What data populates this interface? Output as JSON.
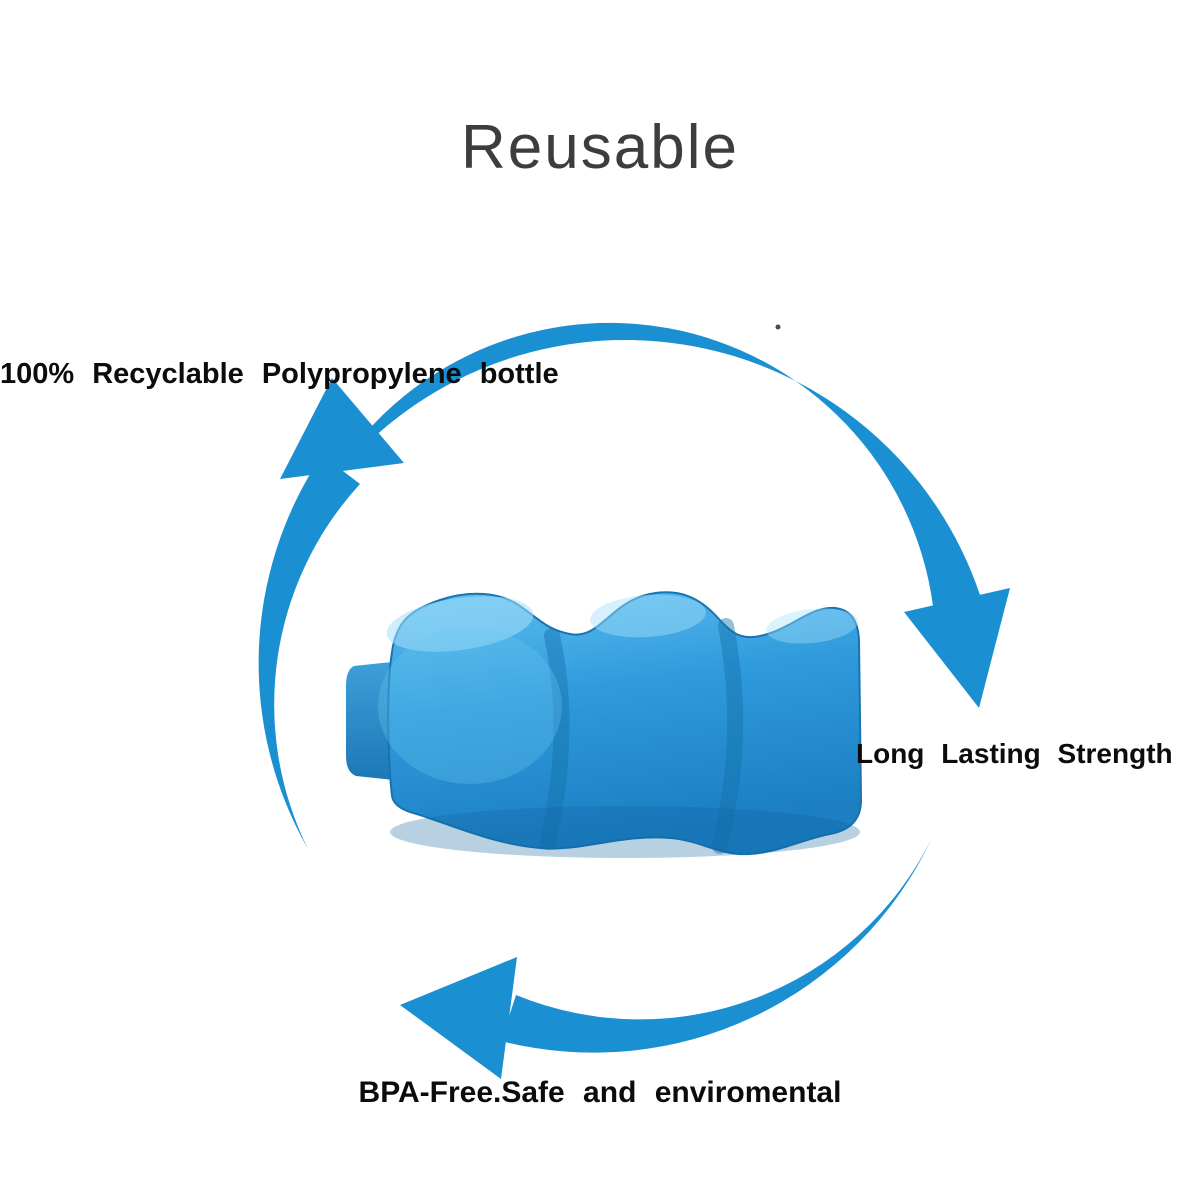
{
  "title": "Reusable",
  "labels": {
    "top_left": "100% Recyclable Polypropylene bottle",
    "right": "Long Lasting Strength",
    "bottom": "BPA-Free.Safe and enviromental"
  },
  "icons": {
    "cycle_arrows": "recycle-cycle-arrows",
    "product": "blue-ice-pack"
  },
  "colors": {
    "background": "#ffffff",
    "arrow_blue": "#1a8fd2",
    "icepack_light": "#5fc0f0",
    "icepack_dark": "#1b7fc2",
    "title_color": "#3d3d3d",
    "label_color": "#0c0c0c"
  }
}
